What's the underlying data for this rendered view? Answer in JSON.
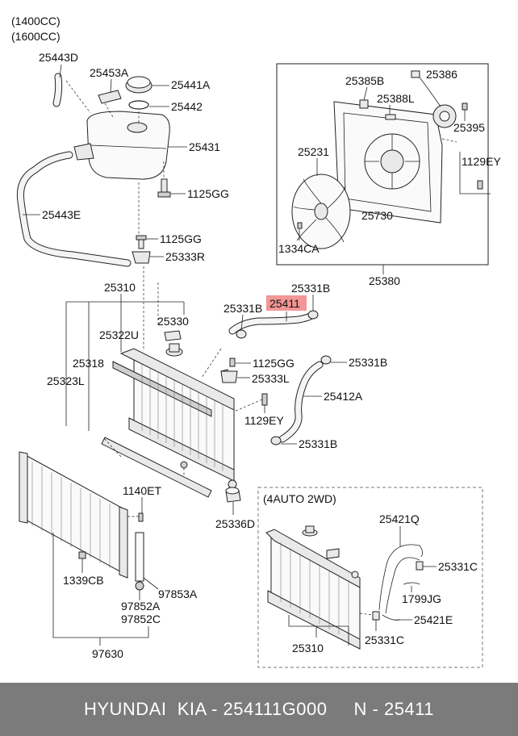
{
  "header": {
    "engine_line1": "(1400CC)",
    "engine_line2": "(1600CC)"
  },
  "labels": {
    "p25443D": "25443D",
    "p25453A": "25453A",
    "p25441A": "25441A",
    "p25442": "25442",
    "p25431": "25431",
    "p1125GG_a": "1125GG",
    "p25443E": "25443E",
    "p1125GG_b": "1125GG",
    "p25333R": "25333R",
    "p25310_main": "25310",
    "p25330": "25330",
    "p25322U": "25322U",
    "p25318": "25318",
    "p25323L": "25323L",
    "p25331B_a": "25331B",
    "p25331B_b": "25331B",
    "p25411": "25411",
    "p1125GG_c": "1125GG",
    "p25333L": "25333L",
    "p25331B_c": "25331B",
    "p25412A": "25412A",
    "p1129EY_a": "1129EY",
    "p25331B_d": "25331B",
    "p25385B": "25385B",
    "p25386": "25386",
    "p25388L": "25388L",
    "p25395": "25395",
    "p25231": "25231",
    "p1129EY_b": "1129EY",
    "p25730": "25730",
    "p1334CA": "1334CA",
    "p25380": "25380",
    "p1140ET": "1140ET",
    "p25336D": "25336D",
    "p1339CB": "1339CB",
    "p97853A": "97853A",
    "p97852A": "97852A",
    "p97852C": "97852C",
    "p97630": "97630",
    "auto_title": "(4AUTO 2WD)",
    "p25421Q": "25421Q",
    "p25331C_a": "25331C",
    "p1799JG": "1799JG",
    "p25421E": "25421E",
    "p25331C_b": "25331C",
    "p25310_auto": "25310"
  },
  "highlight": {
    "part": "25411",
    "color": "#f28b8b"
  },
  "footer": {
    "text": "HYUNDAI  KIA - 254111G000     N - 25411"
  },
  "colors": {
    "footer_bg": "#7b7b7b",
    "footer_text": "#ffffff",
    "highlight": "#f28b8b"
  }
}
